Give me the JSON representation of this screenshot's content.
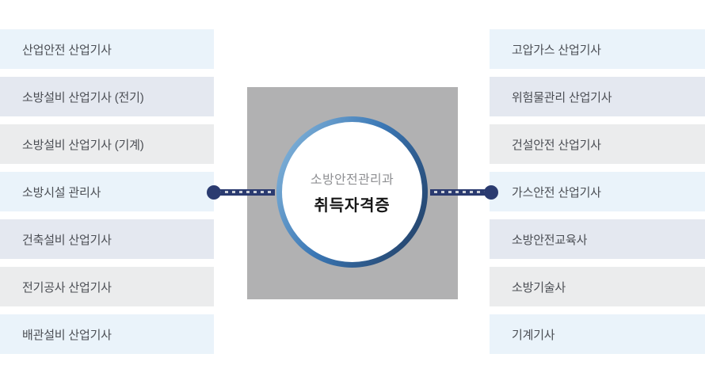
{
  "center": {
    "subtitle": "소방안전관리과",
    "title": "취득자격증"
  },
  "left_column": {
    "items": [
      {
        "label": "산업안전 산업기사"
      },
      {
        "label": "소방설비 산업기사 (전기)"
      },
      {
        "label": "소방설비 산업기사 (기계)"
      },
      {
        "label": "소방시설 관리사"
      },
      {
        "label": "건축설비 산업기사"
      },
      {
        "label": "전기공사 산업기사"
      },
      {
        "label": "배관설비 산업기사"
      }
    ]
  },
  "right_column": {
    "items": [
      {
        "label": "고압가스 산업기사"
      },
      {
        "label": "위험물관리 산업기사"
      },
      {
        "label": "건설안전 산업기사"
      },
      {
        "label": "가스안전 산업기사"
      },
      {
        "label": "소방안전교육사"
      },
      {
        "label": "소방기술사"
      },
      {
        "label": "기계기사"
      }
    ]
  },
  "colors": {
    "row_tint_blue": "#eaf3fa",
    "row_tint_lavender": "#e4e8f0",
    "row_tint_gray": "#ebeced",
    "row_text": "#4b4e54",
    "center_square_gray": "#b1b1b2",
    "arrow_navy": "#2b3b70",
    "arrow_dash": "#ccd1d9",
    "ring_gradient_start": "#8ebddf",
    "ring_gradient_mid": "#3a77b5",
    "ring_gradient_end": "#20395c",
    "subtitle_text": "#8f9093",
    "title_text": "#161616"
  }
}
